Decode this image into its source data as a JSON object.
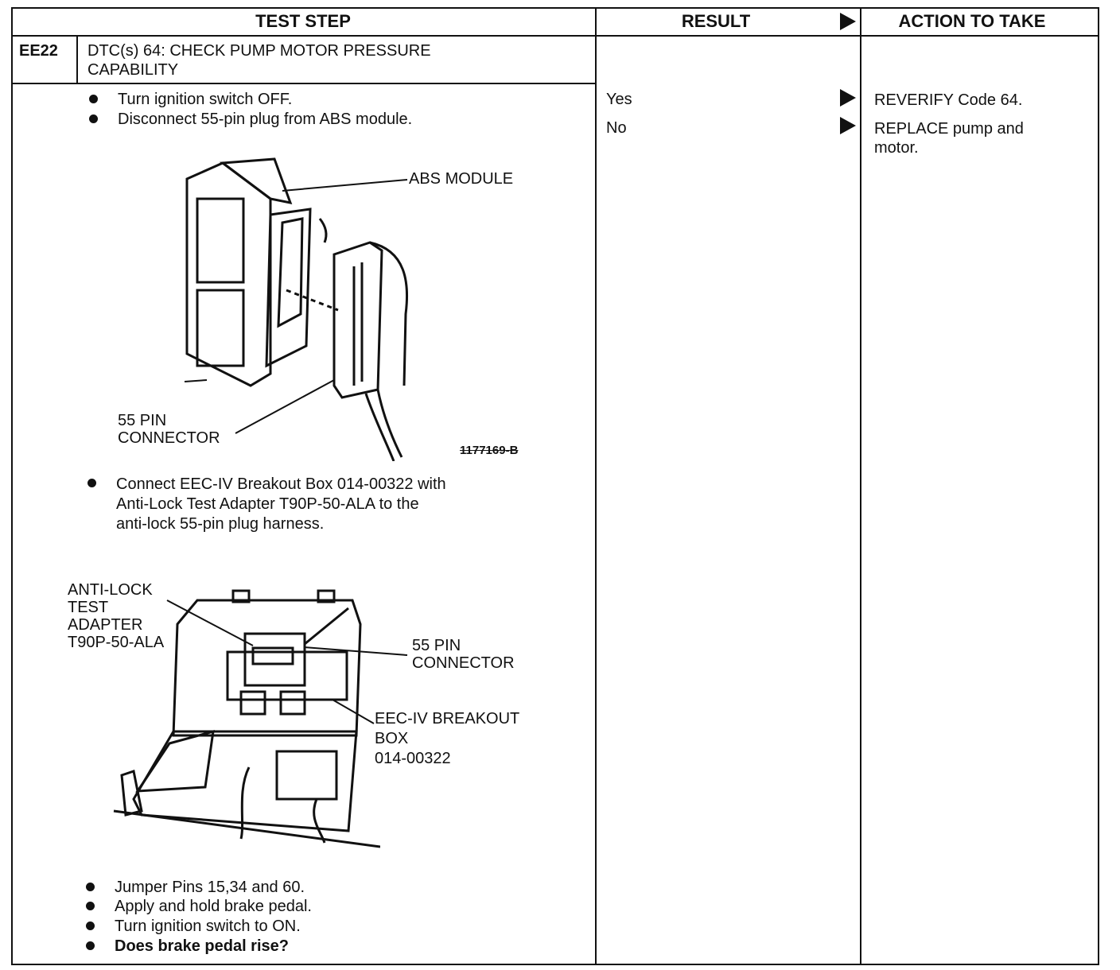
{
  "header": {
    "test_step": "TEST STEP",
    "result": "RESULT",
    "action_to_take": "ACTION TO TAKE"
  },
  "step": {
    "id": "EE22",
    "title_line1": "DTC(s) 64: CHECK PUMP MOTOR PRESSURE",
    "title_line2": "CAPABILITY"
  },
  "instructions_a": [
    "Turn ignition switch OFF.",
    "Disconnect 55-pin plug from ABS module."
  ],
  "figure1": {
    "label_module": "ABS MODULE",
    "label_connector_1": "55 PIN",
    "label_connector_2": "CONNECTOR",
    "figure_number": "1177169-B"
  },
  "instructions_b": {
    "line1": "Connect EEC-IV Breakout Box 014-00322 with",
    "line2": "Anti-Lock Test Adapter T90P-50-ALA to the",
    "line3": "anti-lock 55-pin plug harness."
  },
  "figure2": {
    "adapter_1": "ANTI-LOCK",
    "adapter_2": "TEST",
    "adapter_3": "ADAPTER",
    "adapter_4": "T90P-50-ALA",
    "connector_1": "55 PIN",
    "connector_2": "CONNECTOR",
    "box_1": "EEC-IV BREAKOUT",
    "box_2": "BOX",
    "box_3": "014-00322"
  },
  "instructions_c": [
    "Jumper Pins 15,34 and 60.",
    "Apply and hold brake pedal.",
    "Turn ignition switch to ON.",
    "Does brake pedal rise?"
  ],
  "results": [
    {
      "result": "Yes",
      "action_line1": "REVERIFY Code 64.",
      "action_line2": ""
    },
    {
      "result": "No",
      "action_line1": "REPLACE pump and",
      "action_line2": "motor."
    }
  ]
}
